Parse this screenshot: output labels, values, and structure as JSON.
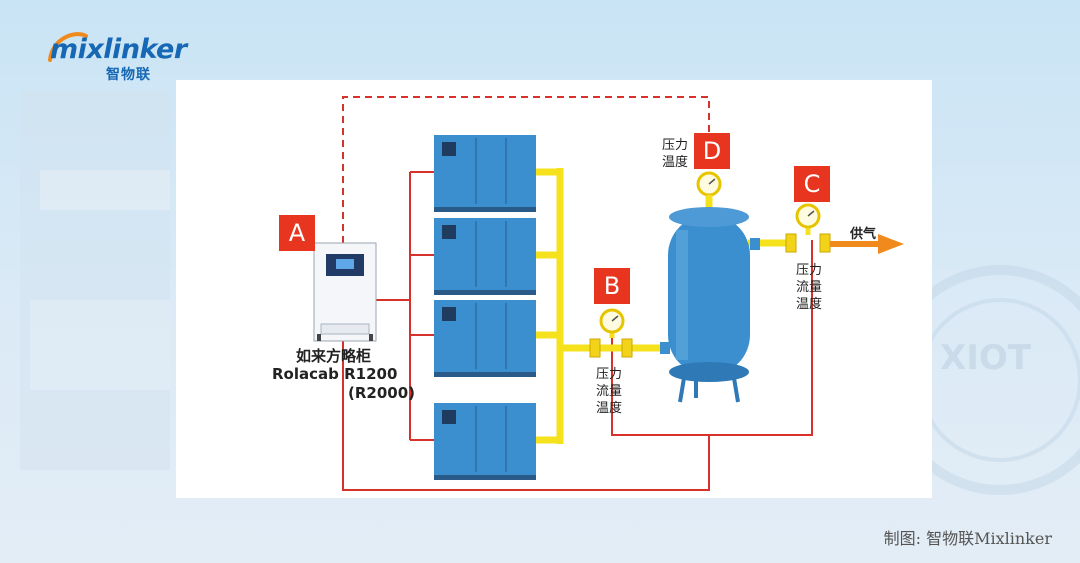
{
  "brand": {
    "name": "mixlinker",
    "name_cn": "智物联",
    "primary_color": "#1768b4",
    "accent_color": "#f08a1c"
  },
  "diagram": {
    "badges": {
      "a": "A",
      "b": "B",
      "c": "C",
      "d": "D"
    },
    "cabinet": {
      "name_cn": "如来方略柜",
      "model": "Rolacab R1200",
      "model_alt": "(R2000)"
    },
    "sensor_b": [
      "压力",
      "流量",
      "温度"
    ],
    "sensor_c": [
      "压力",
      "流量",
      "温度"
    ],
    "sensor_d": [
      "压力",
      "温度"
    ],
    "output_label": "供气",
    "compressor_count": 4,
    "colors": {
      "signal_line": "#d6312a",
      "air_pipe": "#f5e21c",
      "output_arrow": "#f08a1c",
      "compressor": "#3c8fcf",
      "tank": "#3c8fcf",
      "badge": "#e8351f"
    }
  },
  "footer": {
    "credit": "制图: 智物联Mixlinker"
  }
}
